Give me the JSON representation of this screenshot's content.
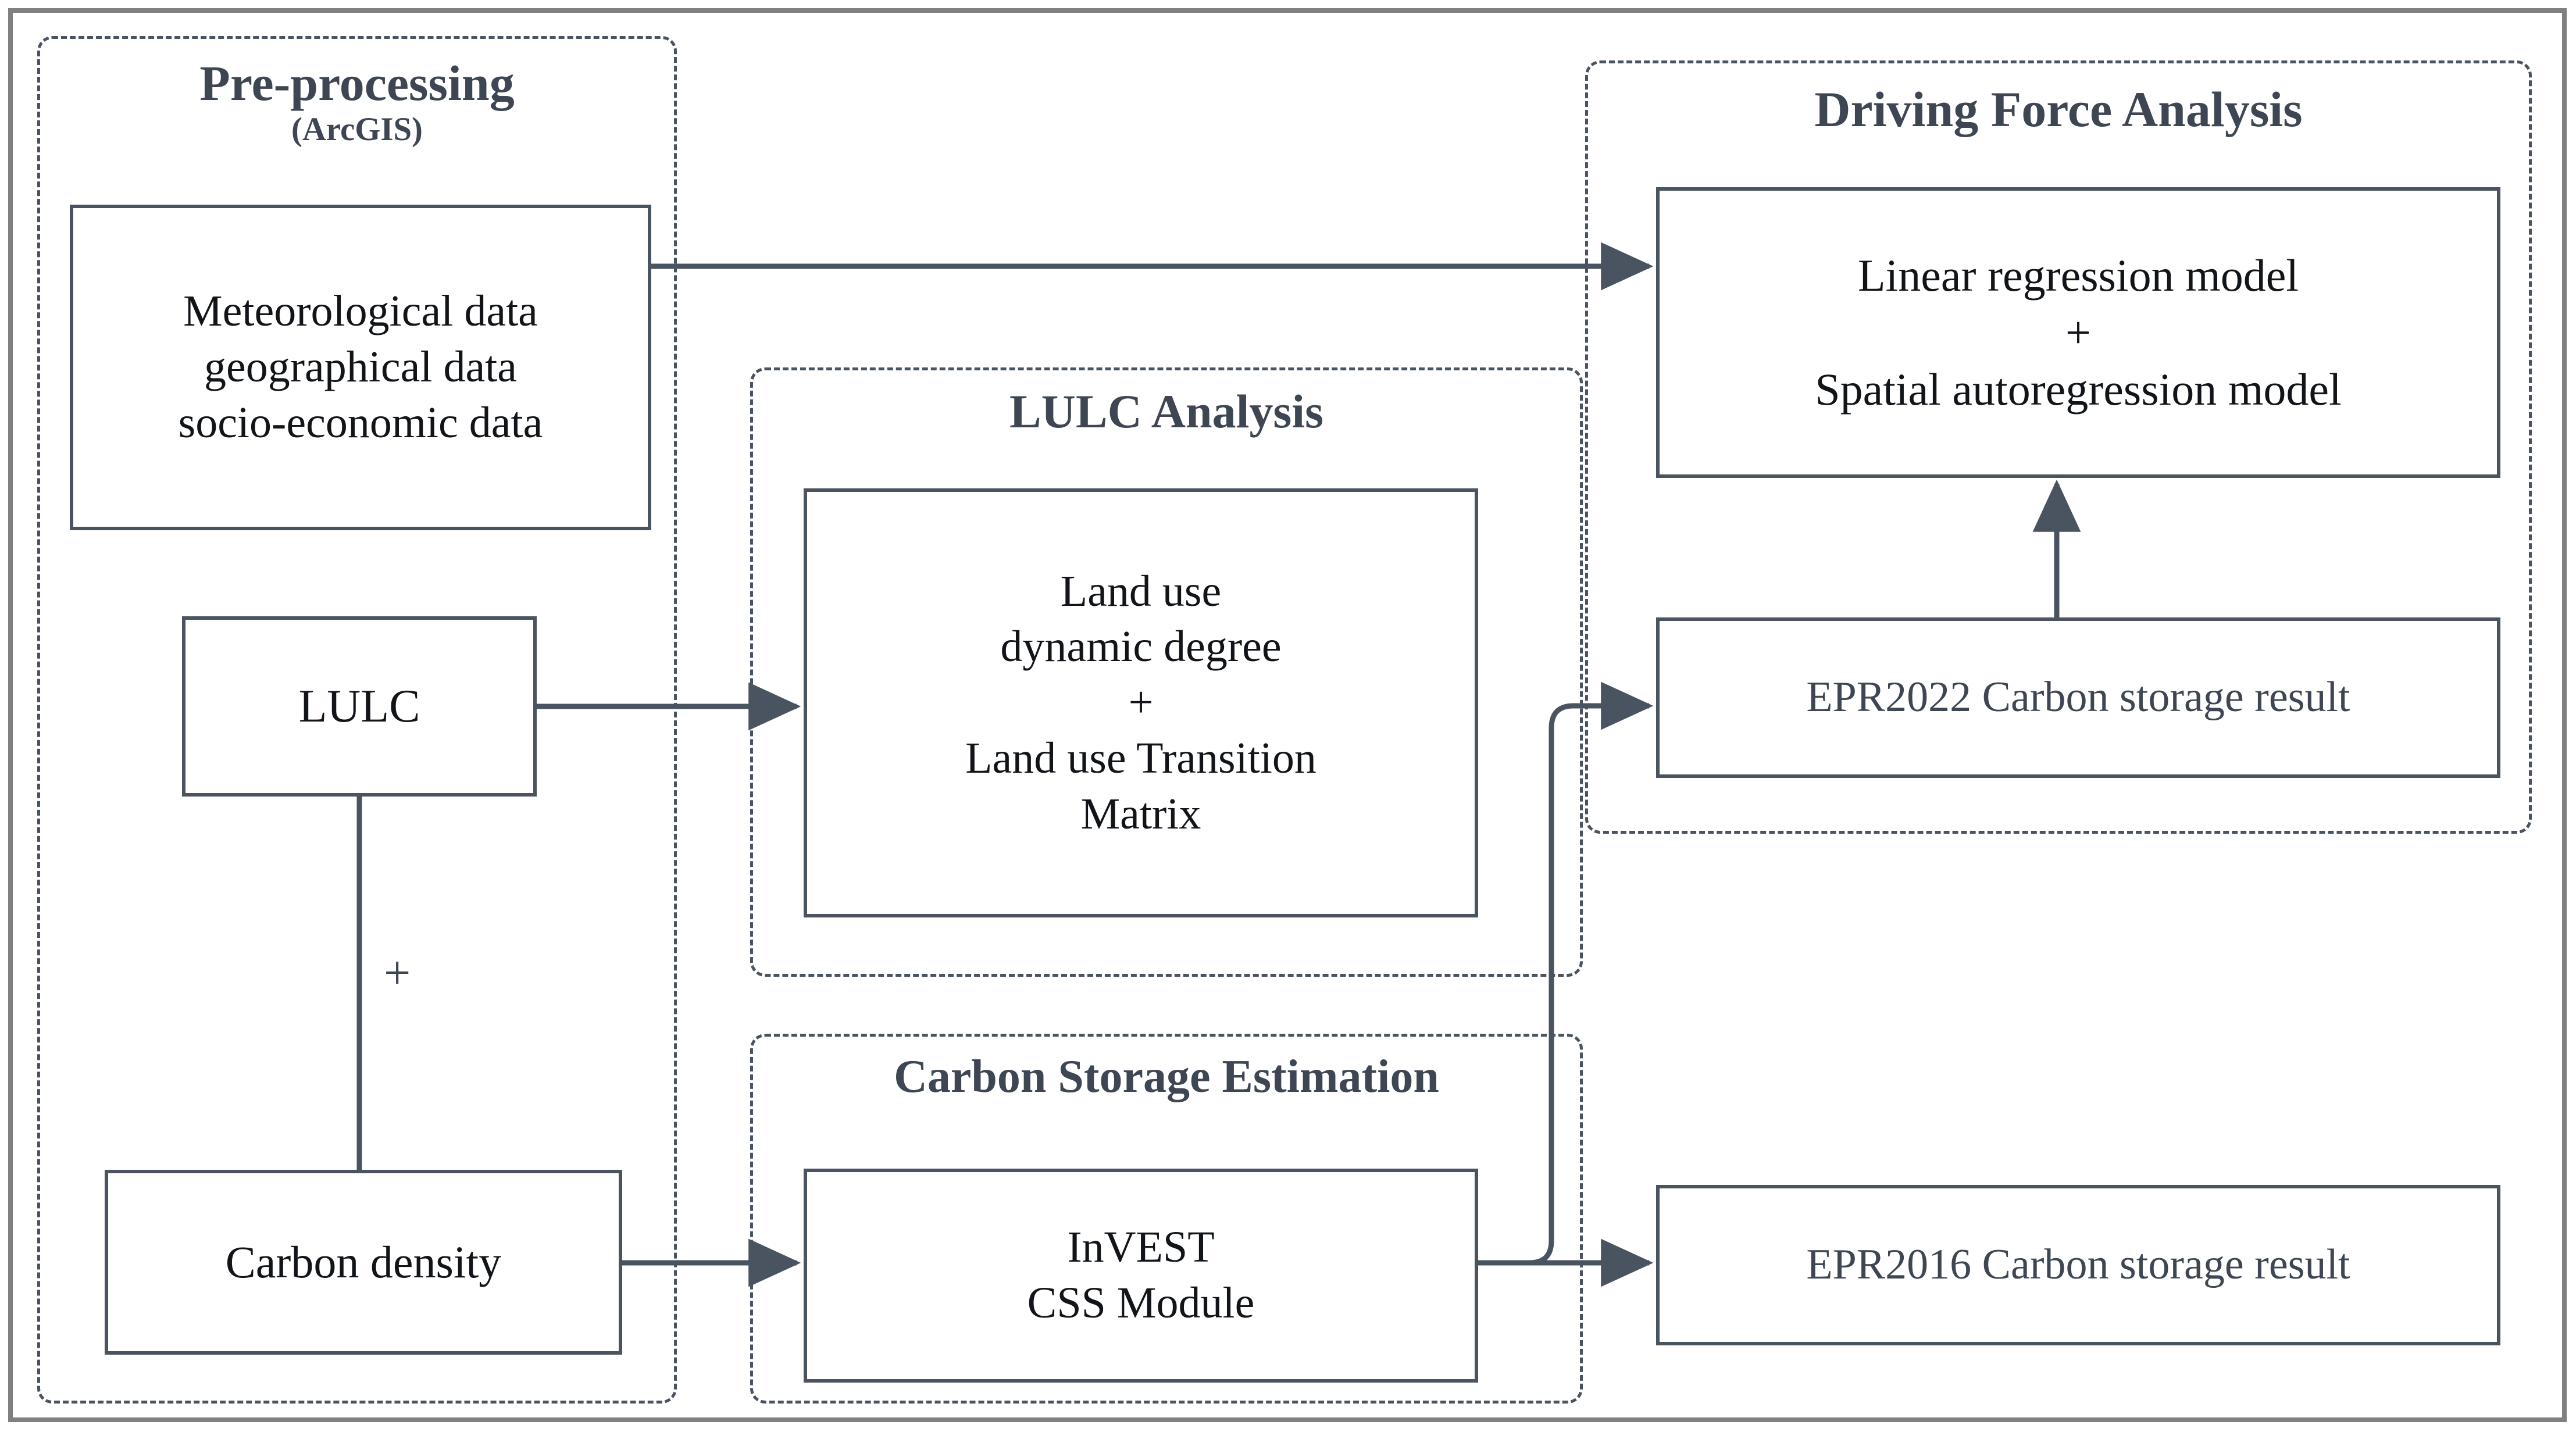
{
  "figure": {
    "type": "flowchart",
    "title_of_groups": [
      "Pre-processing",
      "LULC Analysis",
      "Carbon Storage Estimation",
      "Driving Force Analysis"
    ],
    "colors": {
      "frame": "#808080",
      "group_border": "#4a5461",
      "node_border": "#4a5461",
      "heading_text": "#3d4652",
      "body_text": "#111418",
      "connector": "#4a5461",
      "background": "#ffffff"
    }
  },
  "groups": {
    "preprocessing": {
      "title": "Pre-processing",
      "subtitle": "(ArcGIS)"
    },
    "lulc_analysis": {
      "title": "LULC Analysis"
    },
    "carbon_storage_estimation": {
      "title": "Carbon Storage Estimation"
    },
    "driving_force_analysis": {
      "title": "Driving Force Analysis"
    }
  },
  "nodes": {
    "input_data": {
      "lines": [
        "Meteorological data",
        "geographical data",
        "socio-economic data"
      ]
    },
    "lulc": {
      "label": "LULC"
    },
    "carbon_density": {
      "label": "Carbon density"
    },
    "lulc_methods": {
      "lines": [
        "Land use",
        "dynamic degree",
        "+",
        "Land use Transition",
        "Matrix"
      ]
    },
    "invest_module": {
      "lines": [
        "InVEST",
        "CSS Module"
      ]
    },
    "driving_models": {
      "lines": [
        "Linear regression model",
        "+",
        "Spatial autoregression model"
      ]
    },
    "epr2022_result": {
      "label": "EPR2022 Carbon storage result"
    },
    "epr2016_result": {
      "label": "EPR2016 Carbon storage result"
    }
  },
  "connectors": {
    "lulc_plus_carbon_density": {
      "operator": "+"
    }
  },
  "edges": [
    {
      "from": "input_data",
      "to": "driving_models",
      "style": "arrow"
    },
    {
      "from": "lulc",
      "to": "lulc_methods",
      "style": "arrow"
    },
    {
      "from": "lulc",
      "to": "carbon_density",
      "style": "line",
      "operator": "+"
    },
    {
      "from": "carbon_density",
      "to": "invest_module",
      "style": "arrow"
    },
    {
      "from": "invest_module",
      "to": "epr2016_result",
      "style": "arrow"
    },
    {
      "from": "invest_module",
      "to": "epr2022_result",
      "style": "elbow-arrow"
    },
    {
      "from": "epr2022_result",
      "to": "driving_models",
      "style": "arrow-up"
    }
  ]
}
